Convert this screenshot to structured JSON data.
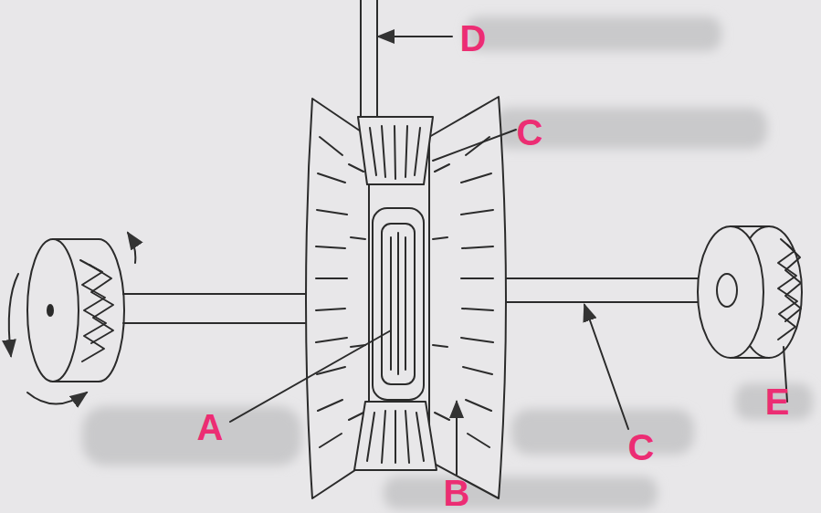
{
  "diagram": {
    "labels": [
      "D",
      "C",
      "A",
      "B",
      "C",
      "E"
    ]
  }
}
